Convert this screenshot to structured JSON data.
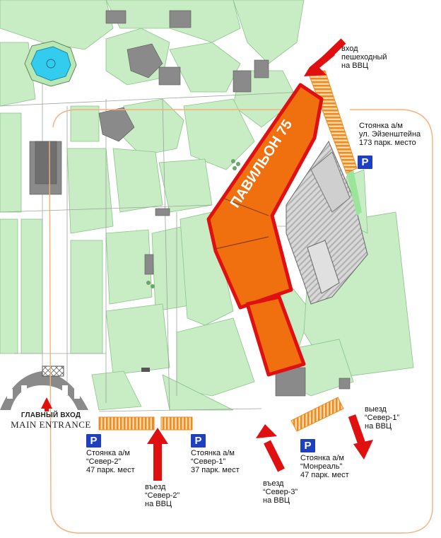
{
  "pavilion": {
    "name": "ПАВИЛЬОН 75"
  },
  "parking_icon": "P",
  "labels": {
    "pedestrian_entrance": [
      "вход",
      "пешеходный",
      "на ВВЦ"
    ],
    "parking_eisenstein": [
      "Стоянка а/м",
      "ул. Эйзенштейна",
      "173 парк. место"
    ],
    "main_entrance": {
      "ru": "ГЛАВНЫЙ ВХОД",
      "en": "MAIN ENTRANCE"
    },
    "parking_sever2": [
      "Стоянка а/м",
      "“Север-2”",
      "47 парк. мест"
    ],
    "entry_sever2": [
      "въезд",
      "“Север-2”",
      "на ВВЦ"
    ],
    "parking_sever1": [
      "Стоянка а/м",
      "“Север-1”",
      "37 парк. мест"
    ],
    "entry_sever3": [
      "въезд",
      "“Север-3”",
      "на ВВЦ"
    ],
    "parking_montreal": [
      "Стоянка а/м",
      "“Монреаль”",
      "47 парк. мест"
    ],
    "exit_sever1": [
      "выезд",
      "“Север-1”",
      "на ВВЦ"
    ]
  },
  "colors": {
    "background": "#ffffff",
    "green_area": "#c8ecc4",
    "green_outline": "#8bc48a",
    "building": "#8a8a8a",
    "pavilion_fill": "#f07010",
    "pavilion_outline": "#e01010",
    "parking_stripe": "#f08a20",
    "arrow": "#e01010",
    "fountain": "#33ccee",
    "parking_badge": "#1e3fbf",
    "boundary": "#f5b07a"
  }
}
